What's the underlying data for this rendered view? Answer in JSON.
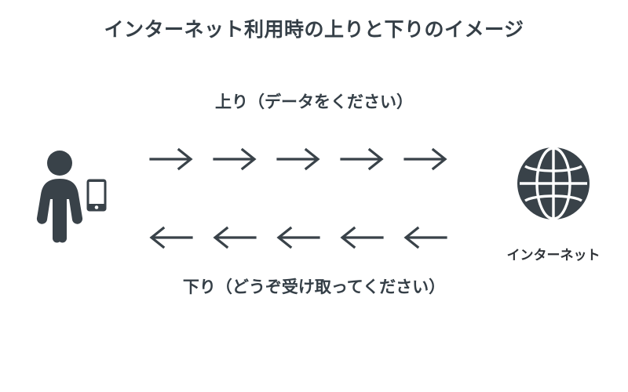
{
  "diagram": {
    "title": "インターネット利用時の上りと下りのイメージ",
    "background_color": "#ffffff",
    "ink_color": "#394249",
    "upstream": {
      "label": "上り（データをください）",
      "direction": "right",
      "arrow_count": 5
    },
    "downstream": {
      "label": "下り（どうぞ受け取ってください）",
      "direction": "left",
      "arrow_count": 5
    },
    "left_node": {
      "person_icon": "person-icon",
      "device_icon": "smartphone-icon",
      "label": ""
    },
    "right_node": {
      "icon": "globe-icon",
      "label": "インターネット"
    }
  }
}
